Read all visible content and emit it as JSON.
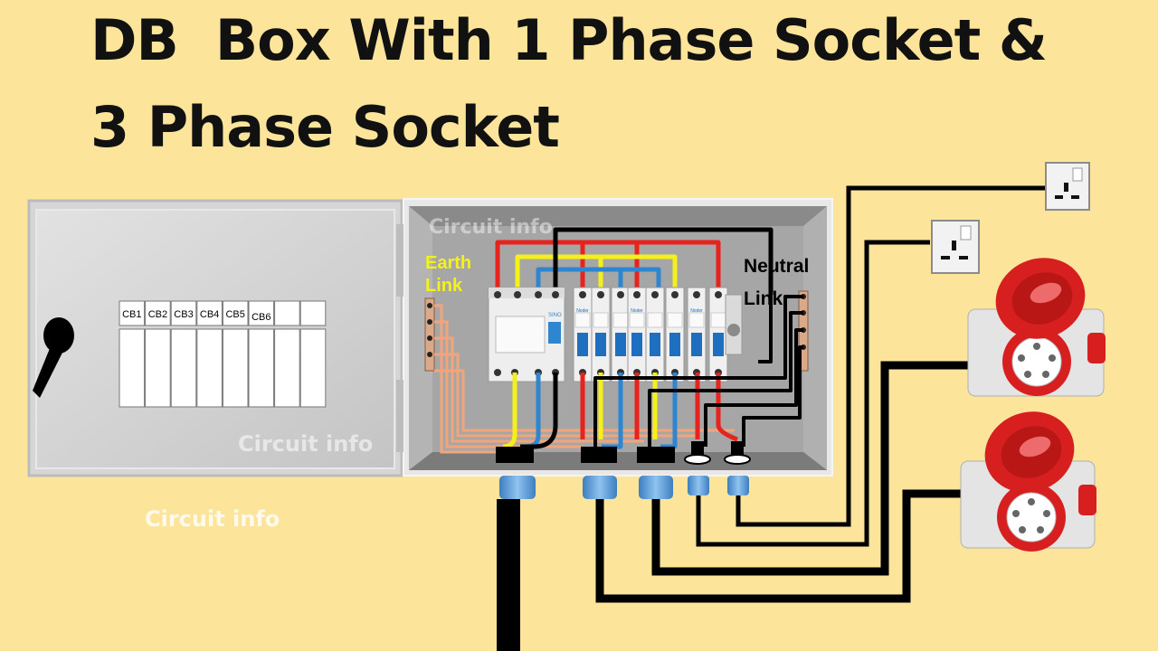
{
  "title": {
    "line1": "DB  Box With 1 Phase Socket &",
    "line2": "3 Phase Socket"
  },
  "watermark": "Circuit  info",
  "labels": {
    "earth_link": [
      "Earth",
      "Link"
    ],
    "neutral_link": [
      "Neutral",
      "Link"
    ]
  },
  "door_circuit_breakers": [
    "CB1",
    "CB2",
    "CB3",
    "CB4",
    "CB5",
    "CB6",
    "",
    ""
  ],
  "breaker_brand": "Noder",
  "rccb_brand": "SINO",
  "colors": {
    "background": "#FCE59B",
    "wire_red": "#E8231E",
    "wire_yellow": "#F5F01A",
    "wire_blue": "#2E86D1",
    "wire_black": "#000000",
    "earth_wire": "#F2A57A",
    "earth_label": "#F5F21A"
  },
  "components": {
    "door_handle": "lever-handle-icon",
    "single_phase_sockets": [
      "uk-socket-icon",
      "uk-socket-icon"
    ],
    "three_phase_sockets": [
      "industrial-socket-icon",
      "industrial-socket-icon"
    ],
    "cable_glands": 5
  }
}
